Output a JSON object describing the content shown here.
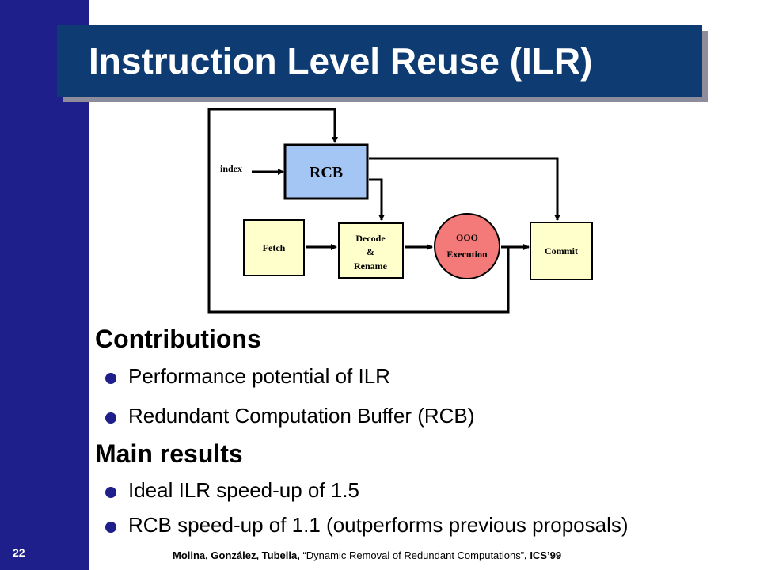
{
  "slide_number": "22",
  "title": "Instruction Level Reuse (ILR)",
  "diagram": {
    "rcb": "RCB",
    "index": "index",
    "fetch": "Fetch",
    "decode_line1": "Decode",
    "decode_line2": "&",
    "decode_line3": "Rename",
    "ooo_line1": "OOO",
    "ooo_line2": "Execution",
    "commit": "Commit"
  },
  "sections": [
    {
      "heading": "Contributions",
      "items": [
        "Performance potential of ILR",
        "Redundant Computation Buffer (RCB)"
      ]
    },
    {
      "heading": "Main results",
      "items": [
        "Ideal ILR speed-up of 1.5",
        "RCB speed-up of 1.1 (outperforms previous proposals)"
      ]
    }
  ],
  "footer": {
    "authors": "Molina, González, Tubella, ",
    "paper": "“Dynamic Removal of Redundant Computations”",
    "venue": ", ICS’99"
  },
  "colors": {
    "sidebar": "#1f1f8c",
    "title_bg": "#0d3b72",
    "rcb_fill": "#a3c6f4",
    "stage_fill": "#ffffcc",
    "ooo_fill": "#f47a7a"
  }
}
